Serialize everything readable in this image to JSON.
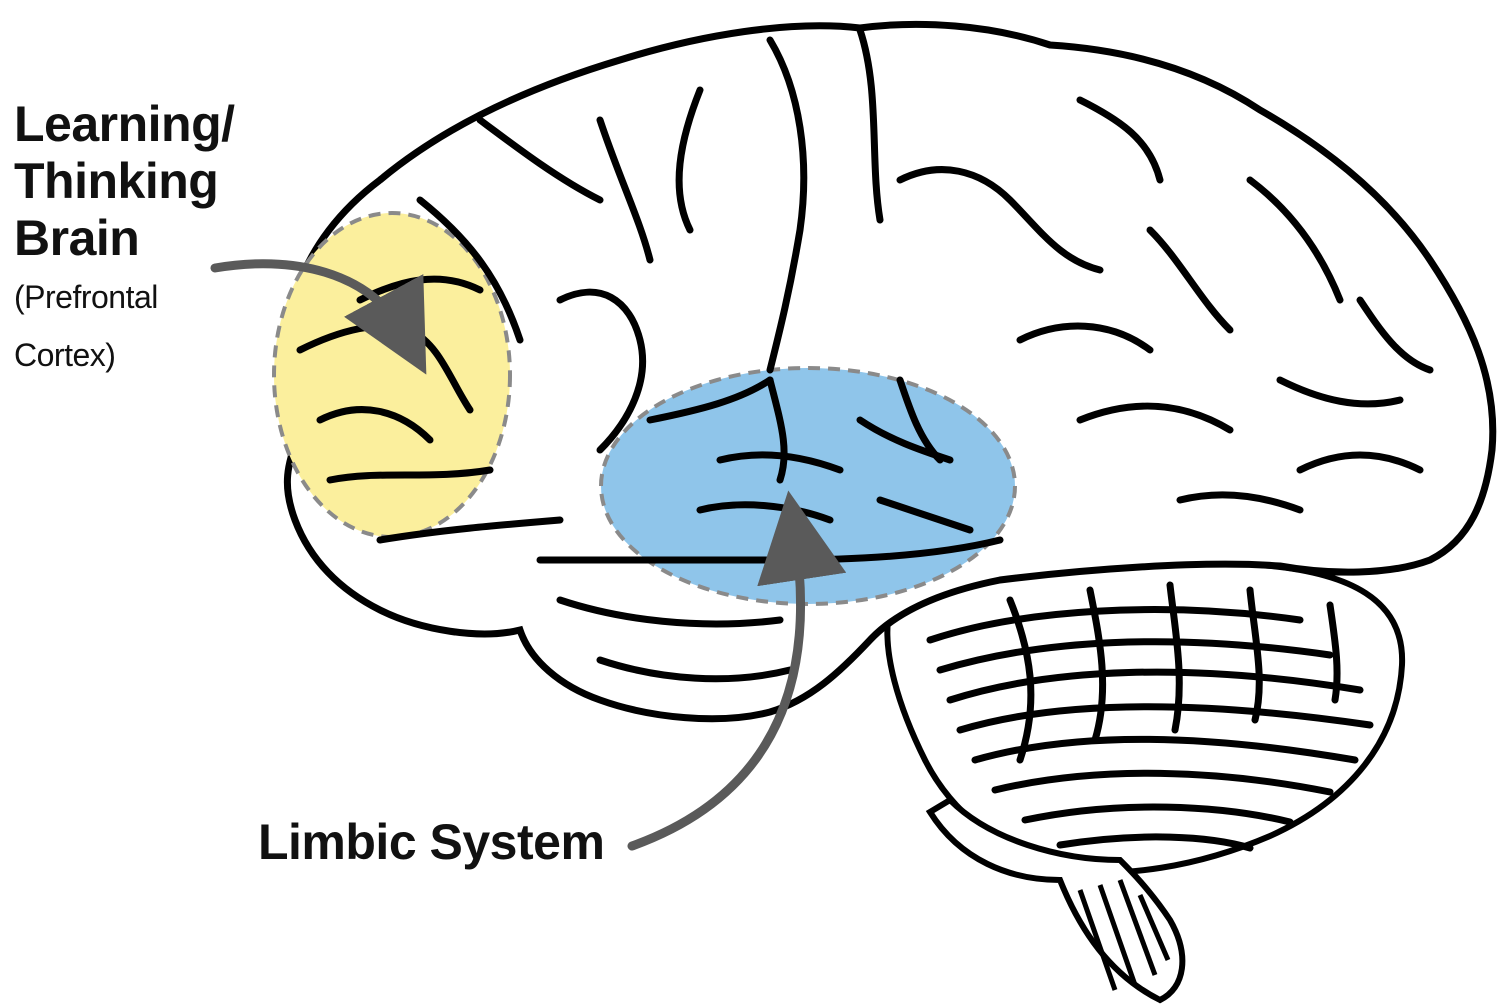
{
  "labels": {
    "prefrontal": {
      "line1": "Learning/",
      "line2": "Thinking",
      "line3": "Brain",
      "sub1": "(Prefrontal",
      "sub2": "Cortex)"
    },
    "limbic": "Limbic System"
  },
  "colors": {
    "prefrontal_highlight": "#fbef9d",
    "limbic_highlight": "#8fc5ea",
    "highlight_outline": "#8a8a8a",
    "arrow": "#5a5a5a",
    "outline": "#000000",
    "background": "#ffffff"
  }
}
